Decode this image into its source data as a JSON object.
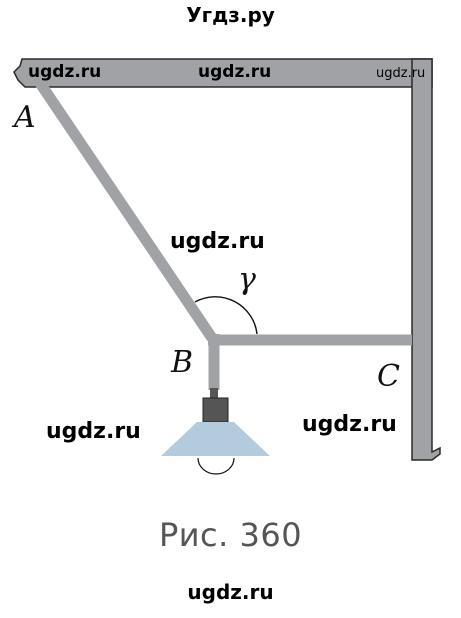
{
  "site_title": "Угдз.ру",
  "footer_watermark": "ugdz.ru",
  "caption": "Рис. 360",
  "points": {
    "a": "A",
    "b": "B",
    "c": "C"
  },
  "angle_label": "γ",
  "watermarks": {
    "beam_left": "ugdz.ru",
    "beam_center": "ugdz.ru",
    "beam_right": "ugdz.ru",
    "mid": "ugdz.ru",
    "left": "ugdz.ru",
    "right": "ugdz.ru"
  },
  "colors": {
    "structure": "#a0a2a6",
    "structure_outline": "#2a2a2a",
    "lamp_shade": "#b3cbdc",
    "lamp_socket": "#555555"
  }
}
